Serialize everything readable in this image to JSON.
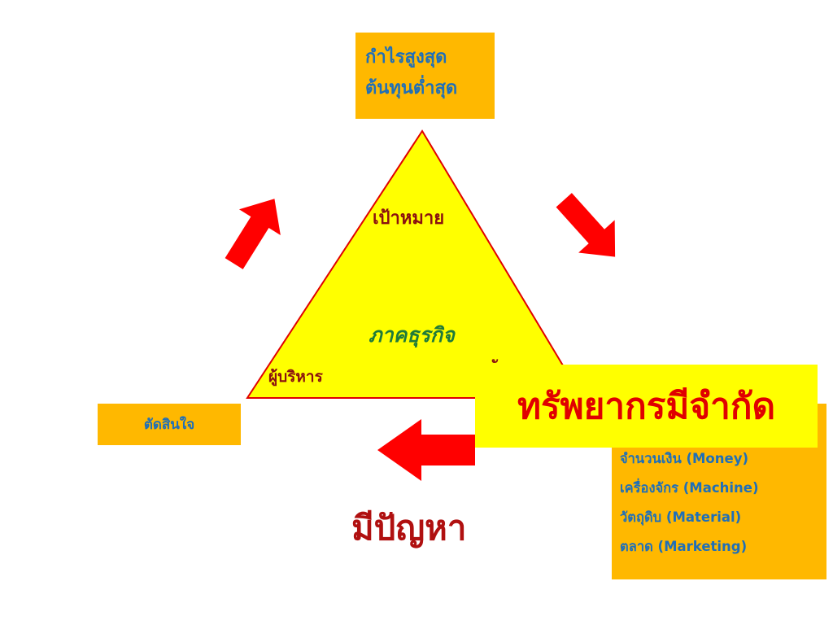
{
  "goal_box": {
    "line1": "กำไรสูงสุด",
    "line2": "ต้นทุนต่ำสุด"
  },
  "triangle": {
    "top_label": "เป้าหมาย",
    "center_label": "ภาคธุรกิจ",
    "left_label": "ผู้บริหาร",
    "partial_char": "ั"
  },
  "decision_box": {
    "label": "ตัดสินใจ"
  },
  "resources_banner": {
    "label": "ทรัพยากรมีจำกัด"
  },
  "resources_list": {
    "items": [
      "จำนวนเงิน (Money)",
      "เครื่องจักร (Machine)",
      "วัตถุดิบ (Material)",
      "ตลาด (Marketing)"
    ]
  },
  "problem": {
    "label": "มีปัญหา"
  },
  "colors": {
    "triangle_fill": "#FFFF00",
    "triangle_stroke": "#E00000",
    "box_fill": "#FFB800",
    "arrow": "#FF0000"
  }
}
